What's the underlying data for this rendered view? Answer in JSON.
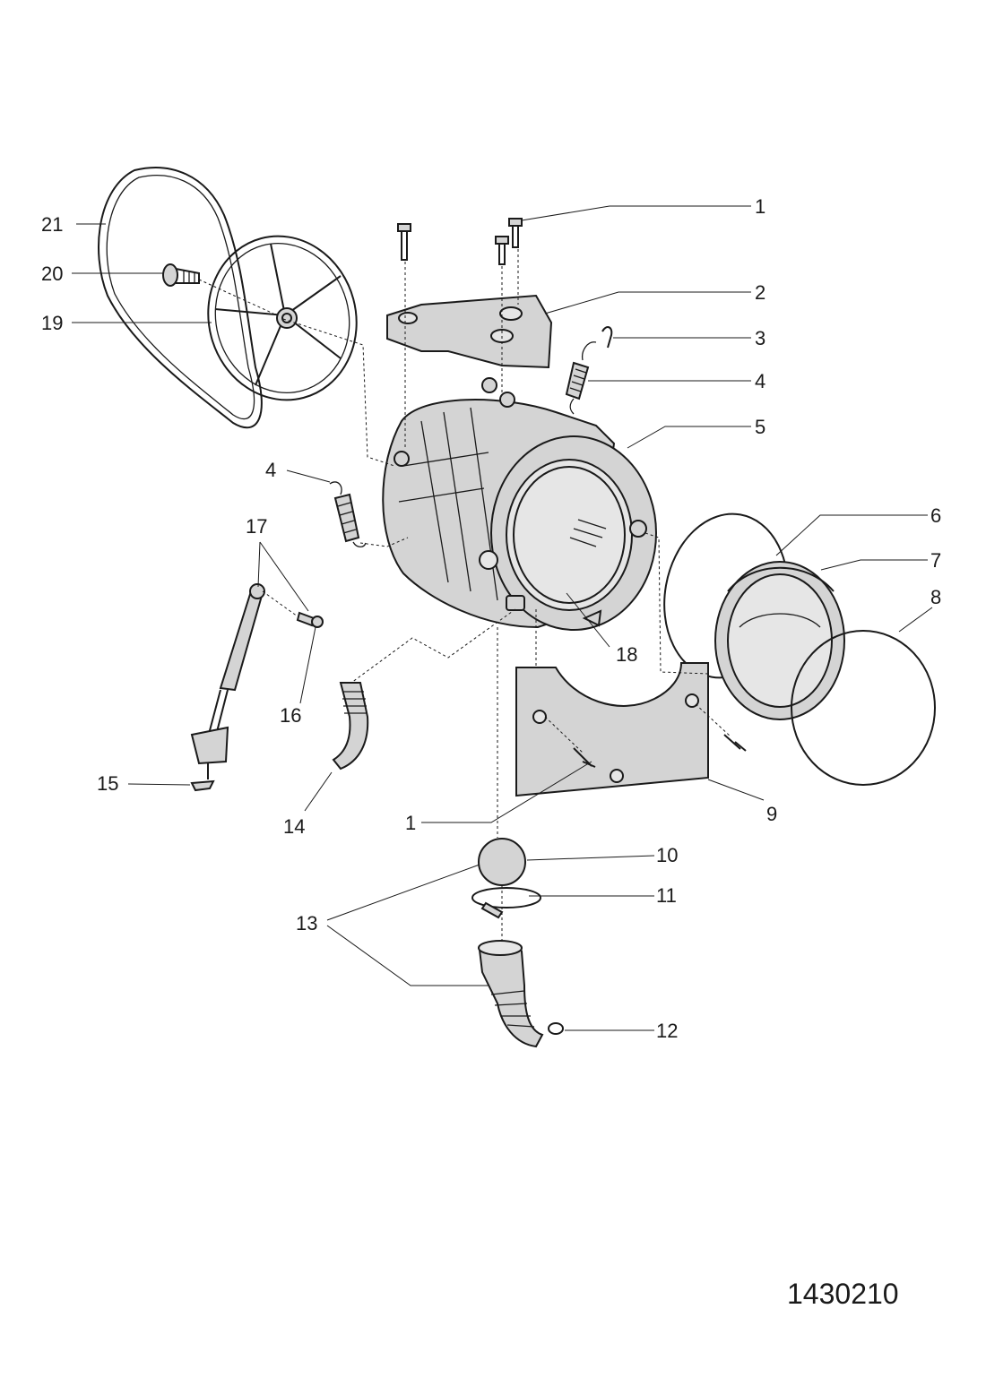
{
  "callouts": {
    "c1a": "1",
    "c2": "2",
    "c3": "3",
    "c4a": "4",
    "c5": "5",
    "c6": "6",
    "c7": "7",
    "c8": "8",
    "c9": "9",
    "c10": "10",
    "c11": "11",
    "c12": "12",
    "c13": "13",
    "c14": "14",
    "c15": "15",
    "c16": "16",
    "c17": "17",
    "c18": "18",
    "c19": "19",
    "c20": "20",
    "c21": "21",
    "c4b": "4",
    "c1b": "1"
  },
  "drawing_number": "1430210",
  "colors": {
    "ink": "#1a1a1a",
    "shade": "#d4d4d4",
    "paper": "#ffffff"
  }
}
